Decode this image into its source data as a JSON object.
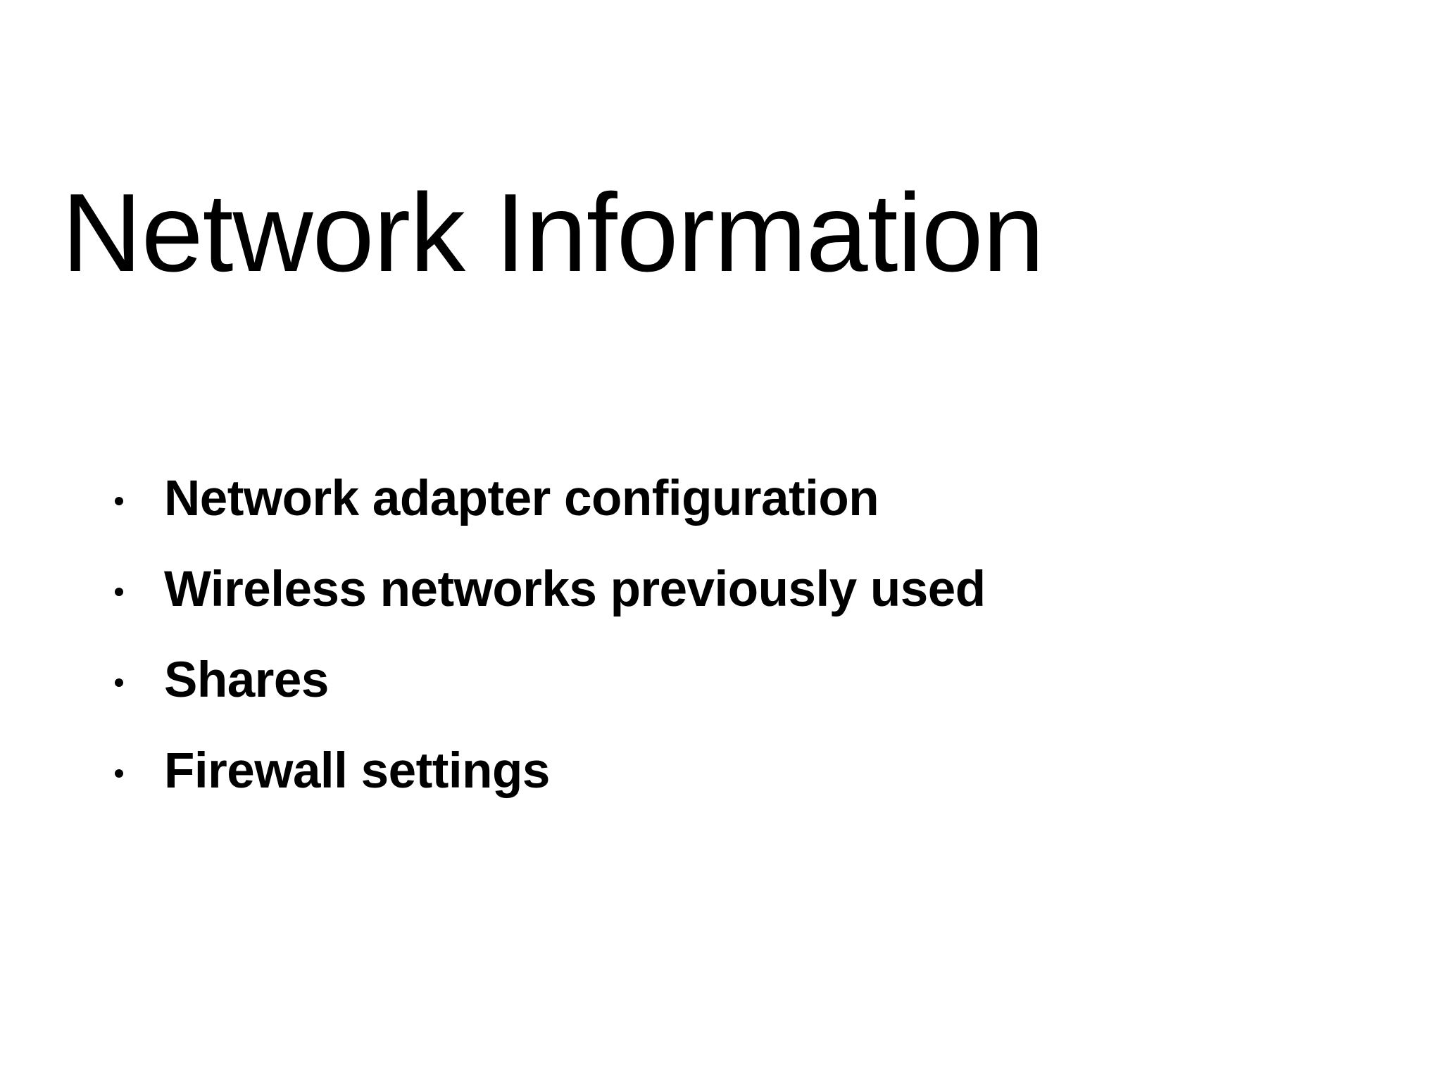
{
  "slide": {
    "title": "Network Information",
    "background_color": "#ffffff",
    "text_color": "#000000",
    "bullets": [
      {
        "marker": "bullet-dot",
        "text": "Network adapter configuration"
      },
      {
        "marker": "bullet-dot",
        "text": "Wireless networks previously used"
      },
      {
        "marker": "bullet-dot",
        "text": "Shares"
      },
      {
        "marker": "bullet-dot",
        "text": "Firewall settings"
      }
    ]
  }
}
